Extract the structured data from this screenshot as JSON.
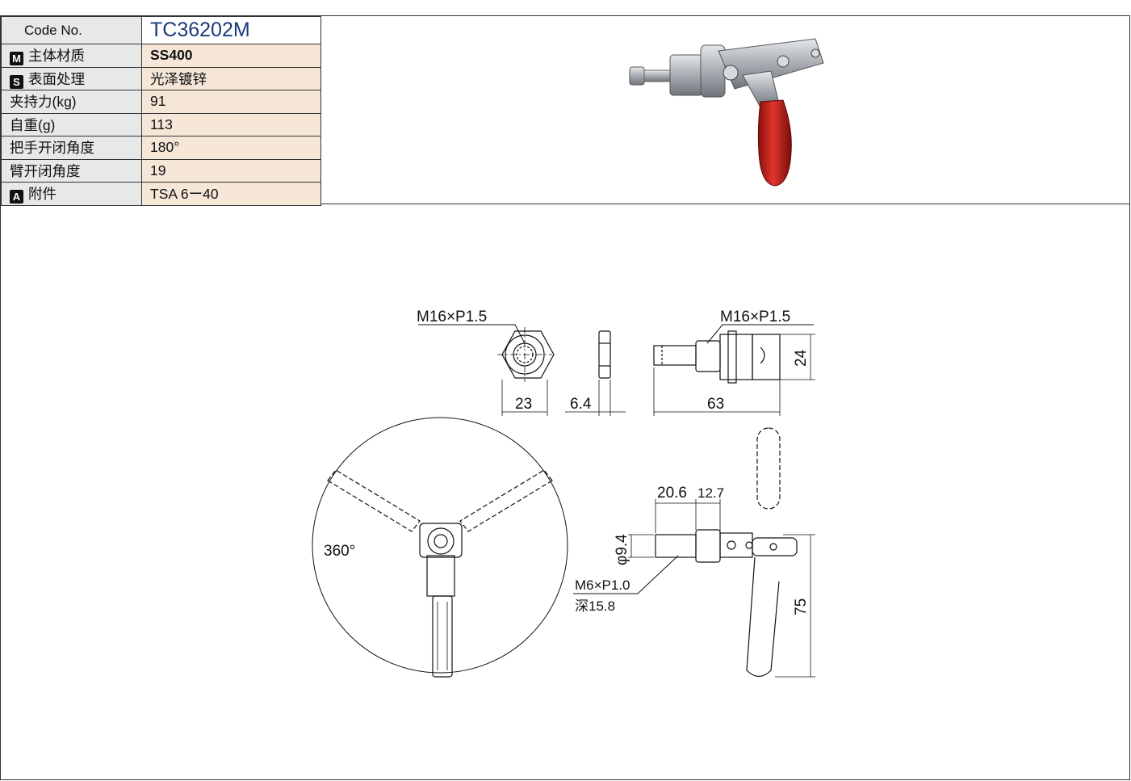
{
  "spec": {
    "rows": [
      {
        "badge": "",
        "label": "Code No.",
        "value": "TC36202M"
      },
      {
        "badge": "M",
        "label": "主体材质",
        "value": "SS400"
      },
      {
        "badge": "S",
        "label": "表面处理",
        "value": "光泽镀锌"
      },
      {
        "badge": "",
        "label": "夹持力(kg)",
        "value": "91"
      },
      {
        "badge": "",
        "label": "自重(g)",
        "value": "113"
      },
      {
        "badge": "",
        "label": "把手开闭角度",
        "value": "180°"
      },
      {
        "badge": "",
        "label": "臂开闭角度",
        "value": "19"
      },
      {
        "badge": "A",
        "label": "附件",
        "value": "TSA 6ー40"
      }
    ]
  },
  "drawing": {
    "nut_thread": "M16×P1.5",
    "side_thread": "M16×P1.5",
    "nut_width": "23",
    "nut_thickness": "6.4",
    "length": "63",
    "height": "24",
    "rotation": "360°",
    "dim_a": "20.6",
    "dim_b": "12.7",
    "diameter": "φ9.4",
    "tap_thread": "M6×P1.0",
    "tap_depth": "深15.8",
    "handle_length": "75"
  },
  "colors": {
    "grip": "#d2231c",
    "metal": "#b8bcc2",
    "code_text": "#1a3a7a",
    "label_bg": "#e8e8e8",
    "value_bg": "#f5e6d8"
  }
}
